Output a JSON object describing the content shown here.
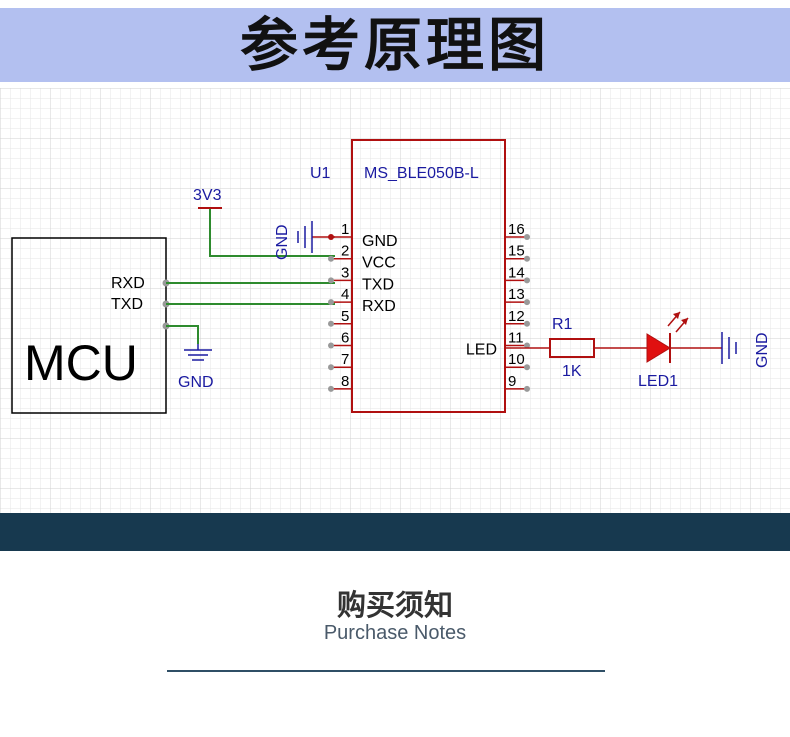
{
  "banner": {
    "title": "参考原理图"
  },
  "schematic": {
    "mcu": {
      "label": "MCU",
      "pins": [
        "RXD",
        "TXD"
      ]
    },
    "module": {
      "ref": "U1",
      "part": "MS_BLE050B-L",
      "left_pins": [
        {
          "num": "1",
          "name": "GND"
        },
        {
          "num": "2",
          "name": "VCC"
        },
        {
          "num": "3",
          "name": "TXD"
        },
        {
          "num": "4",
          "name": "RXD"
        },
        {
          "num": "5",
          "name": ""
        },
        {
          "num": "6",
          "name": ""
        },
        {
          "num": "7",
          "name": ""
        },
        {
          "num": "8",
          "name": ""
        }
      ],
      "right_pins": [
        {
          "num": "16",
          "name": ""
        },
        {
          "num": "15",
          "name": ""
        },
        {
          "num": "14",
          "name": ""
        },
        {
          "num": "13",
          "name": ""
        },
        {
          "num": "12",
          "name": ""
        },
        {
          "num": "11",
          "name": "LED"
        },
        {
          "num": "10",
          "name": ""
        },
        {
          "num": "9",
          "name": ""
        }
      ]
    },
    "power": {
      "vcc_label": "3V3",
      "gnd_label": "GND"
    },
    "resistor": {
      "ref": "R1",
      "value": "1K"
    },
    "led": {
      "ref": "LED1"
    },
    "colors": {
      "wire_green": "#2e8b2e",
      "component_red": "#b01010",
      "label_blue": "#1a1aa0",
      "led_fill": "#e01010"
    }
  },
  "notes": {
    "title": "购买须知",
    "subtitle": "Purchase Notes"
  }
}
